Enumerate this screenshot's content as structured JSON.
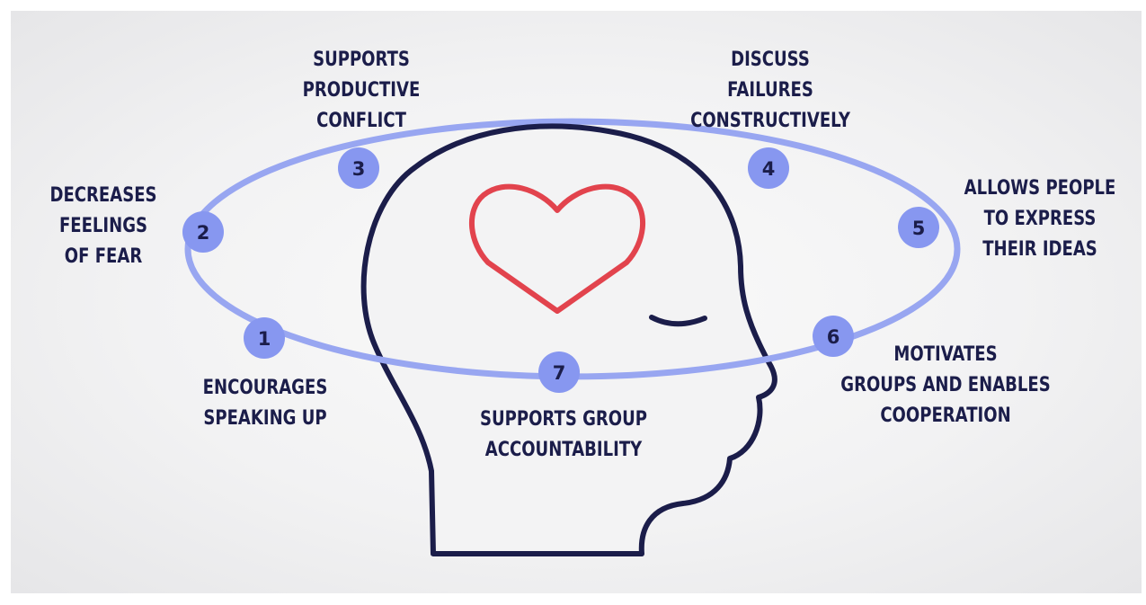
{
  "colors": {
    "ring": "#98a6f1",
    "badge": "#8797f0",
    "head_outline": "#1b1d4a",
    "heart": "#e2434d",
    "text": "#1b1d4a"
  },
  "icons": {
    "head": "head-profile-icon",
    "heart": "heart-icon",
    "eye": "closed-eye-icon"
  },
  "items": [
    {
      "number": "1",
      "lines": [
        "ENCOURAGES",
        "SPEAKING UP"
      ]
    },
    {
      "number": "2",
      "lines": [
        "DECREASES",
        "FEELINGS",
        "OF FEAR"
      ]
    },
    {
      "number": "3",
      "lines": [
        "SUPPORTS",
        "PRODUCTIVE",
        "CONFLICT"
      ]
    },
    {
      "number": "4",
      "lines": [
        "DISCUSS",
        "FAILURES",
        "CONSTRUCTIVELY"
      ]
    },
    {
      "number": "5",
      "lines": [
        "ALLOWS PEOPLE",
        "TO EXPRESS",
        "THEIR IDEAS"
      ]
    },
    {
      "number": "6",
      "lines": [
        "MOTIVATES",
        "GROUPS AND ENABLES",
        "COOPERATION"
      ]
    },
    {
      "number": "7",
      "lines": [
        "SUPPORTS GROUP",
        "ACCOUNTABILITY"
      ]
    }
  ]
}
